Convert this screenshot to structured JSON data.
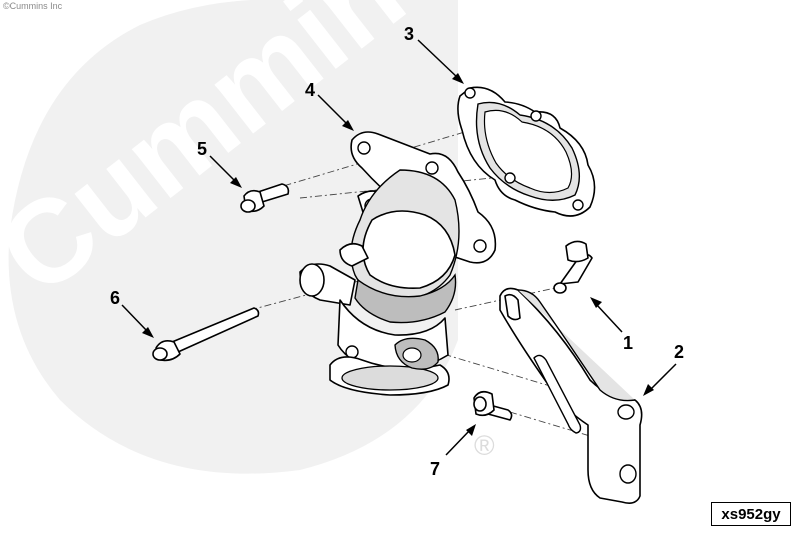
{
  "copyright": "©Cummins Inc",
  "watermark": {
    "text": "Cummins",
    "registered_mark": "®",
    "color": "#ececec"
  },
  "callouts": [
    {
      "id": "1",
      "label": "1",
      "part": "capscrew-small"
    },
    {
      "id": "2",
      "label": "2",
      "part": "support-bracket"
    },
    {
      "id": "3",
      "label": "3",
      "part": "gasket"
    },
    {
      "id": "4",
      "label": "4",
      "part": "water-outlet-connection"
    },
    {
      "id": "5",
      "label": "5",
      "part": "capscrew-flange"
    },
    {
      "id": "6",
      "label": "6",
      "part": "capscrew-long"
    },
    {
      "id": "7",
      "label": "7",
      "part": "capscrew-bracket"
    }
  ],
  "figure_id": "xs952gy"
}
